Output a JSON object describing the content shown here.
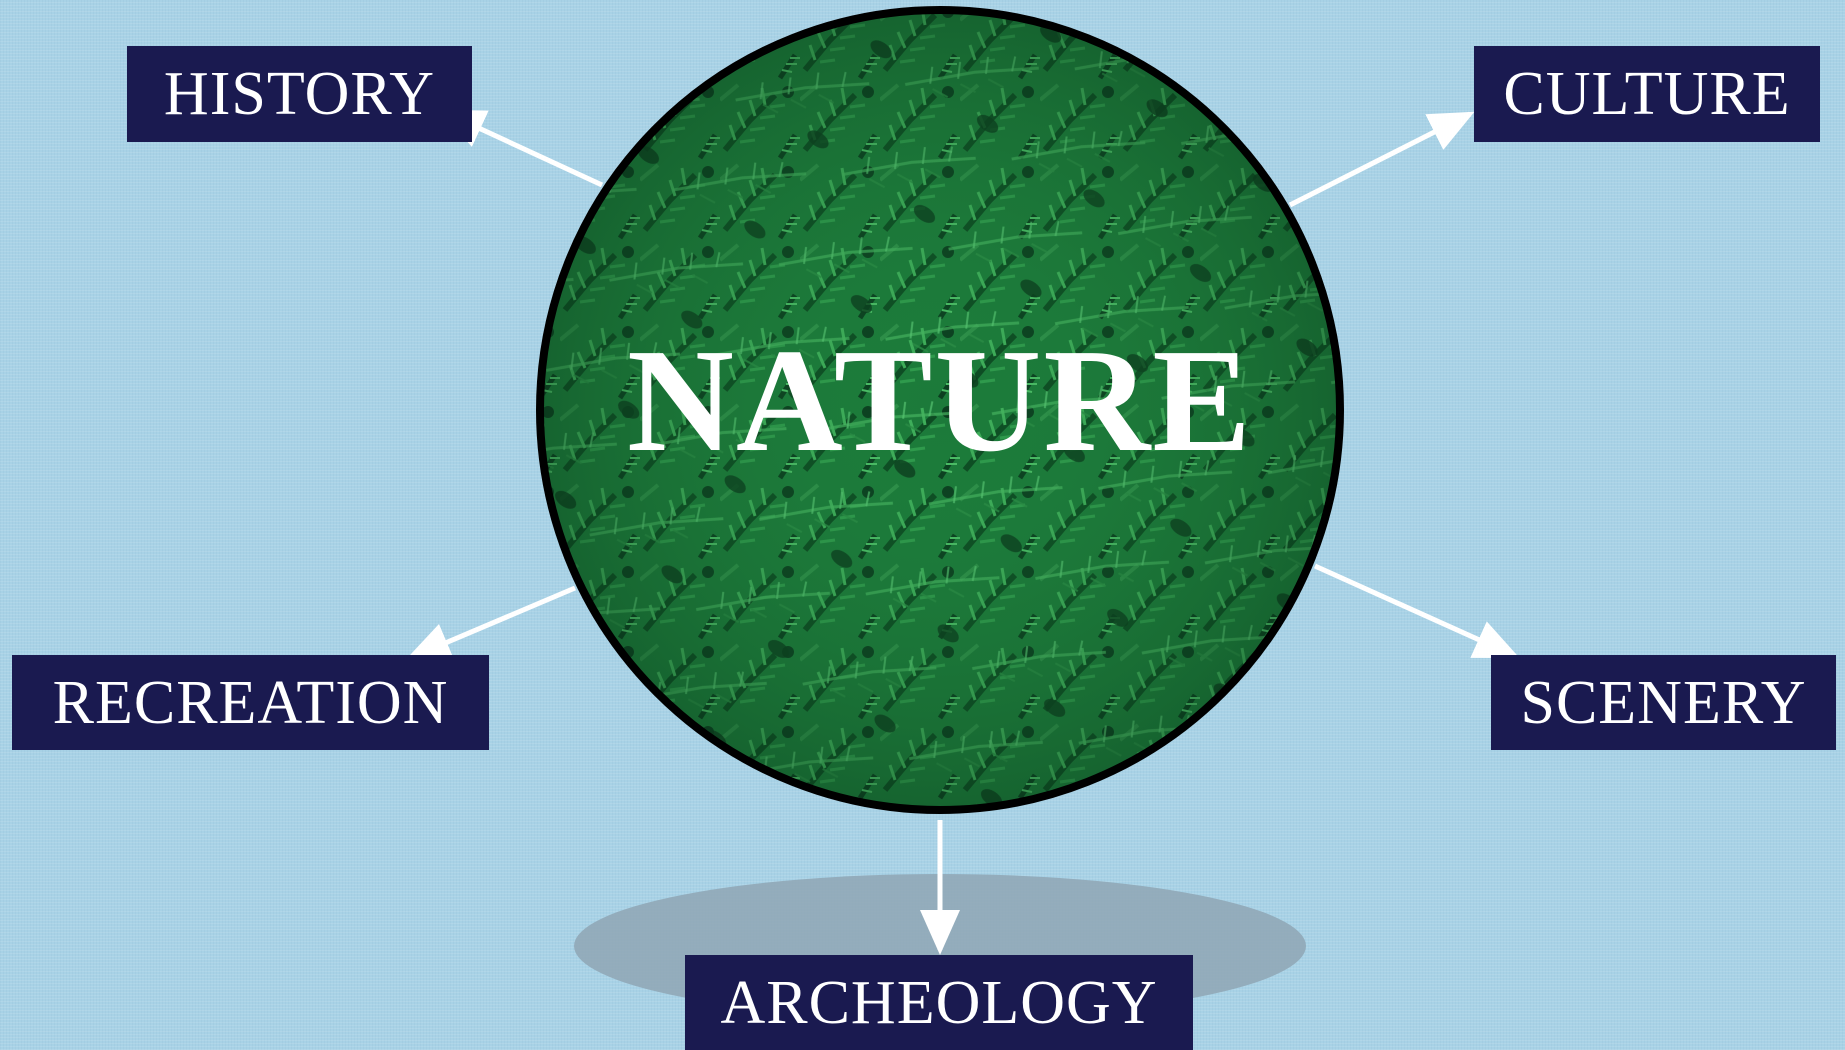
{
  "center": {
    "label": "NATURE"
  },
  "nodes": {
    "history": "HISTORY",
    "culture": "CULTURE",
    "recreation": "RECREATION",
    "scenery": "SCENERY",
    "archeology": "ARCHEOLOGY"
  },
  "colors": {
    "background": "#a8d2e6",
    "label_box": "#1a1a50",
    "label_text": "#ffffff",
    "circle_border": "#000000",
    "foliage_dark": "#0b3d1f",
    "foliage_mid": "#1f7a3c",
    "foliage_light": "#3fae5a",
    "arrow": "#ffffff",
    "shadow_ellipse": "#8fa6b4"
  }
}
